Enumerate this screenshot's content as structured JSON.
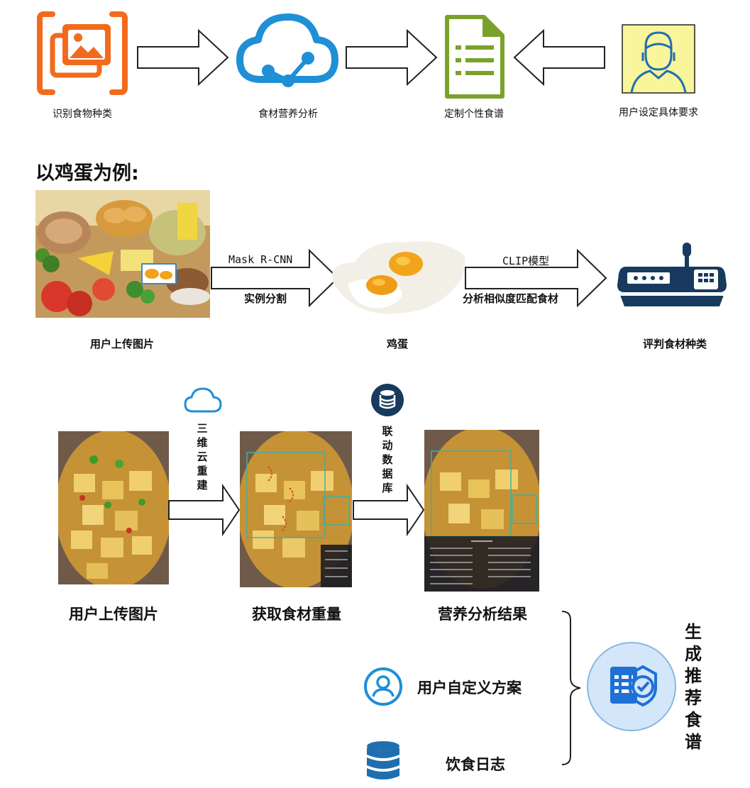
{
  "top_flow": {
    "steps": [
      {
        "label": "识别食物种类",
        "icon": "image-gallery-icon"
      },
      {
        "label": "食材营养分析",
        "icon": "cloud-network-icon"
      },
      {
        "label": "定制个性食谱",
        "icon": "document-list-icon"
      },
      {
        "label": "用户设定具体要求",
        "icon": "user-avatar-icon"
      }
    ]
  },
  "egg_example": {
    "heading": "以鸡蛋为例:",
    "upload_label": "用户上传图片",
    "arrow1_top": "Mask R-CNN",
    "arrow1_bottom": "实例分割",
    "egg_label": "鸡蛋",
    "arrow2_top": "CLIP模型",
    "arrow2_bottom": "分析相似度匹配食材",
    "judge_label": "评判食材种类"
  },
  "tofu_flow": {
    "upload_label": "用户上传图片",
    "reconstruct_chars": [
      "三",
      "维",
      "云",
      "重",
      "建"
    ],
    "weight_label": "获取食材重量",
    "db_chars": [
      "联",
      "动",
      "数",
      "据",
      "库"
    ],
    "result_label": "营养分析结果",
    "custom_label": "用户自定义方案",
    "log_label": "饮食日志",
    "generate_chars": [
      "生",
      "成",
      "推",
      "荐",
      "食",
      "谱"
    ]
  },
  "colors": {
    "orange": "#f26b1d",
    "blue": "#1f8fd6",
    "green": "#7aa22a",
    "yellow_bg": "#f9f59a",
    "navy": "#173a5e"
  }
}
